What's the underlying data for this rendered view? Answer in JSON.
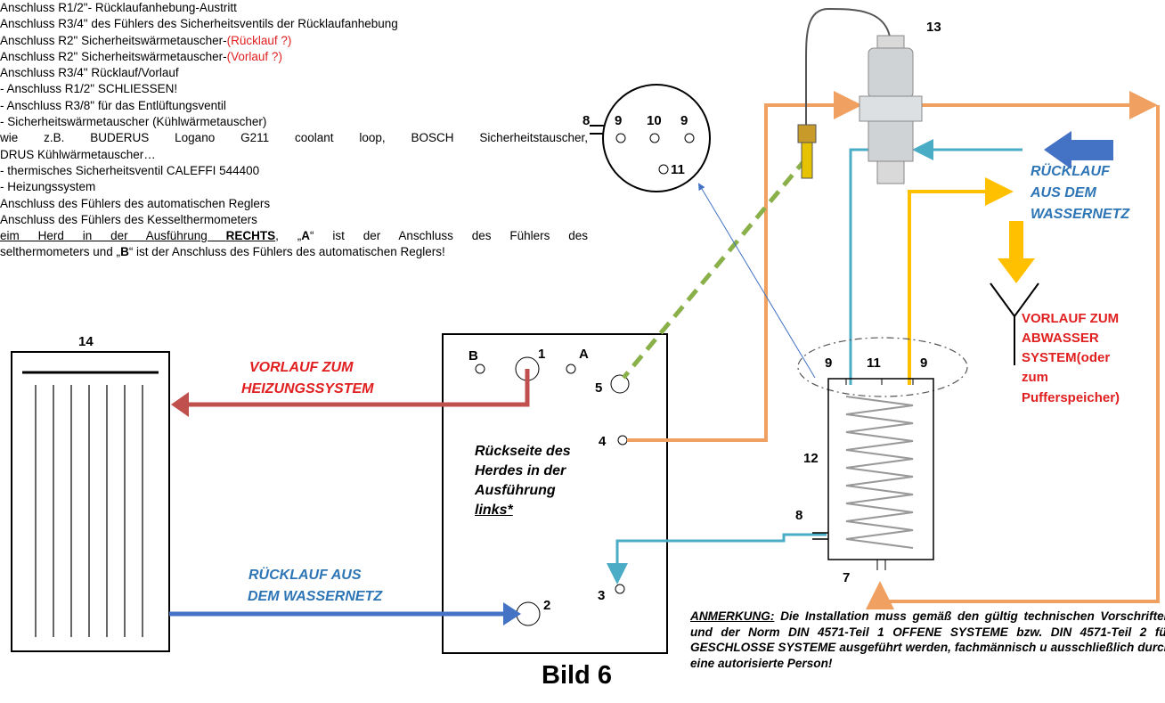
{
  "legend": {
    "l1": "Anschluss R1/2\"- Rücklaufanhebung-Austritt",
    "l2": "Anschluss R3/4\" des Fühlers des Sicherheitsventils der Rücklaufanhebung",
    "l3a": "Anschluss R2\" Sicherheitswärmetauscher-",
    "l3b": "(Rücklauf ?)",
    "l4a": "Anschluss R2\" Sicherheitswärmetauscher-",
    "l4b": "(Vorlauf ?)",
    "l5": "Anschluss R3/4\" Rücklauf/Vorlauf",
    "l6": "- Anschluss R1/2\" SCHLIESSEN!",
    "l7": "- Anschluss R3/8\" für das Entlüftungsventil",
    "l8": "- Sicherheitswärmetauscher (Kühlwärmetauscher)",
    "l9": "wie z.B. BUDERUS Logano G211 coolant loop, BOSCH Sicherheitstauscher,",
    "l10": "DRUS Kühlwärmetauscher…",
    "l11": "- thermisches Sicherheitsventil CALEFFI 544400",
    "l12": "- Heizungssystem",
    "l13": "Anschluss des Fühlers des automatischen Reglers",
    "l14": "Anschluss des Fühlers des Kesselthermometers",
    "l15a": "eim Herd in der Ausführung ",
    "l15b": "RECHTS",
    "l15c": ", „",
    "l15d": "A",
    "l15e": "“ ist der Anschluss des Fühlers des",
    "l16a": "selthermometers und „",
    "l16b": "B",
    "l16c": "“ ist der Anschluss des Fühlers des automatischen Reglers!"
  },
  "numbers": {
    "n1": "1",
    "n2": "2",
    "n3": "3",
    "n4": "4",
    "n5": "5",
    "n7": "7",
    "n8": "8",
    "n9": "9",
    "n10": "10",
    "n11": "11",
    "n12": "12",
    "n13": "13",
    "n14": "14",
    "A": "A",
    "B": "B"
  },
  "labels": {
    "vorlauf_heiz_1": "VORLAUF ZUM",
    "vorlauf_heiz_2": "HEIZUNGSSYSTEM",
    "ruecklauf_1": "RÜCKLAUF AUS",
    "ruecklauf_2": "DEM WASSERNETZ",
    "ruecklauf_r_1": "RÜCKLAUF",
    "ruecklauf_r_2": "AUS DEM",
    "ruecklauf_r_3": "WASSERNETZ",
    "abw_1": "VORLAUF ZUM",
    "abw_2": "ABWASSER",
    "abw_3": "SYSTEM(oder",
    "abw_4": "zum",
    "abw_5": "Pufferspeicher)"
  },
  "herd": {
    "t1": "Rückseite des",
    "t2": "Herdes in der",
    "t3": "Ausführung",
    "t4": "links*"
  },
  "note": {
    "head": "ANMERKUNG:",
    "body": " Die Installation muss gemäß den gültig technischen Vorschriften und der Norm DIN 4571-Teil 1 OFFENE SYSTEME bzw. DIN 4571-Teil 2 für GESCHLOSSE SYSTEME ausgeführt werden, fachmännisch u ausschließlich durch eine autorisierte Person!"
  },
  "figure_label": "Bild 6",
  "colors": {
    "orange": "#f0a060",
    "red": "#c0504d",
    "blue": "#4472c4",
    "teal": "#4bacc6",
    "yellow": "#ffc000",
    "green": "#8ab04a",
    "label_red": "#e02020",
    "label_blue": "#2e75b6"
  }
}
